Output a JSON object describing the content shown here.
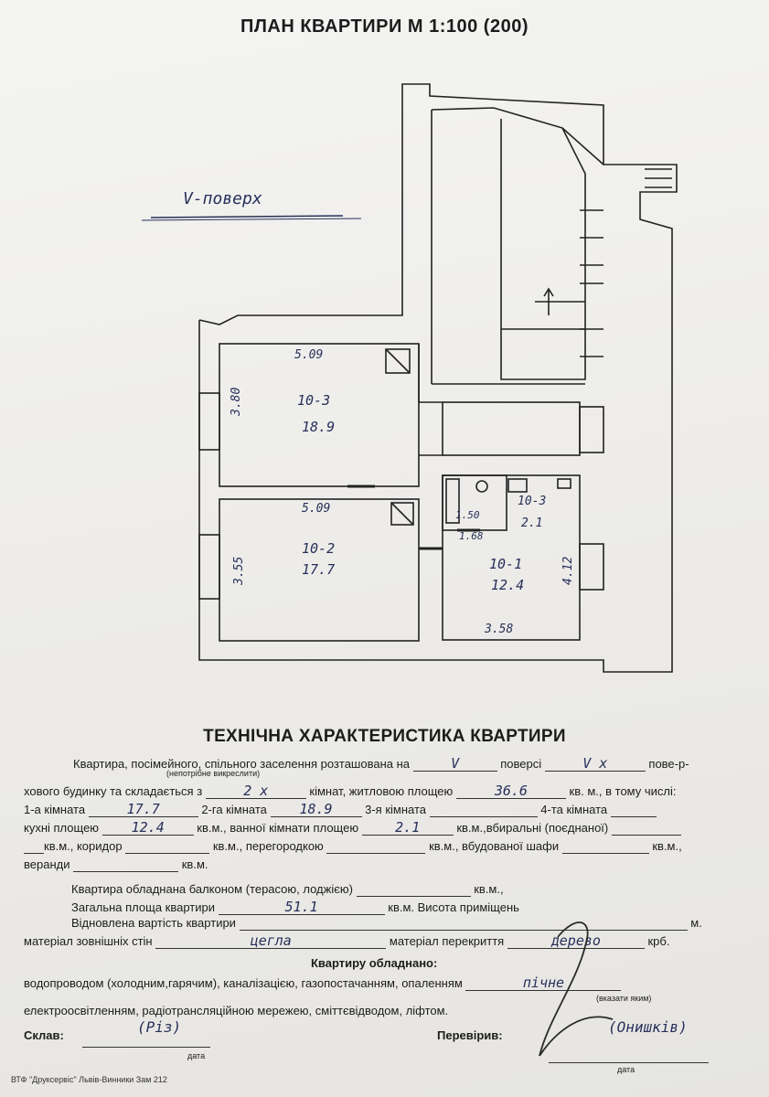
{
  "title": "ПЛАН КВАРТИРИ М 1:100 (200)",
  "floor_label": "V-поверх",
  "plan": {
    "rooms": [
      {
        "id": "10-3",
        "area": "18.9",
        "width": "5.09",
        "depth": "3.80"
      },
      {
        "id": "10-2",
        "area": "17.7",
        "width": "5.09",
        "depth": "3.55"
      },
      {
        "id": "10-1",
        "area": "12.4",
        "width": "3.58",
        "depth": "4.12"
      },
      {
        "id": "10-3",
        "area": "2.1",
        "width": "1.68",
        "depth": "1.50"
      }
    ]
  },
  "tech": {
    "title": "ТЕХНІЧНА ХАРАКТЕРИСТИКА КВАРТИРИ",
    "l1_a": "Квартира, посімейного, спільного заселення розташована на",
    "l1_floor": "V",
    "l1_b": "поверсі",
    "l1_total": "V x",
    "l1_c": "пове-",
    "l1_c2": "р-",
    "l1_note": "(непотрібне викреслити)",
    "l2_a": "хового будинку та складається з",
    "l2_rooms": "2 x",
    "l2_b": "кімнат, житловою площею",
    "l2_living": "36.6",
    "l2_c": "кв. м., в тому числі:",
    "l3_r1": "1-а кімната",
    "l3_v1": "17.7",
    "l3_r2": "2-га кімната",
    "l3_v2": "18.9",
    "l3_r3": "3-я кімната",
    "l3_r4": "4-та кімната",
    "l4_a": "кухні площею",
    "l4_kitchen": "12.4",
    "l4_b": "кв.м., ванної кімнати площею",
    "l4_bath": "2.1",
    "l4_c": "кв.м.,вбиральні (поєднаної)",
    "l5_a": "кв.м., коридор",
    "l5_b": "кв.м., перегородкою",
    "l5_c": "кв.м., вбудованої шафи",
    "l5_d": "кв.м.,",
    "l6_a": "веранди",
    "l6_b": "кв.м.",
    "l7_a": "Квартира обладнана балконом (терасою, лоджією)",
    "l7_b": "кв.м.,",
    "l8_a": "Загальна площа квартири",
    "l8_total": "51.1",
    "l8_b": "кв.м. Висота приміщень",
    "l9_a": "Відновлена вартість квартири",
    "l9_b": "м.",
    "l10_a": "матеріал зовнішніх стін",
    "l10_wall": "цегла",
    "l10_b": "матеріал перекриття",
    "l10_floor": "дерево",
    "l10_c": "крб.",
    "equip_title": "Квартиру обладнано:",
    "l12_a": "водопроводом (холодним,гарячим), каналізацією, газопостачанням, опаленням",
    "l12_heat": "пічне",
    "l12_note": "(вказати яким)",
    "l13_a": "електроосвітленням, радіотрансляційною мережею, сміттєвідводом, ліфтом.",
    "sklav": "Склав:",
    "sklav_sig": "(Різ)",
    "perevir": "Перевірив:",
    "perevir_sig": "(Онишків)",
    "date_label": "дата",
    "footer": "ВТФ \"Друксервіс\" Львів-Винники Зам 212"
  }
}
